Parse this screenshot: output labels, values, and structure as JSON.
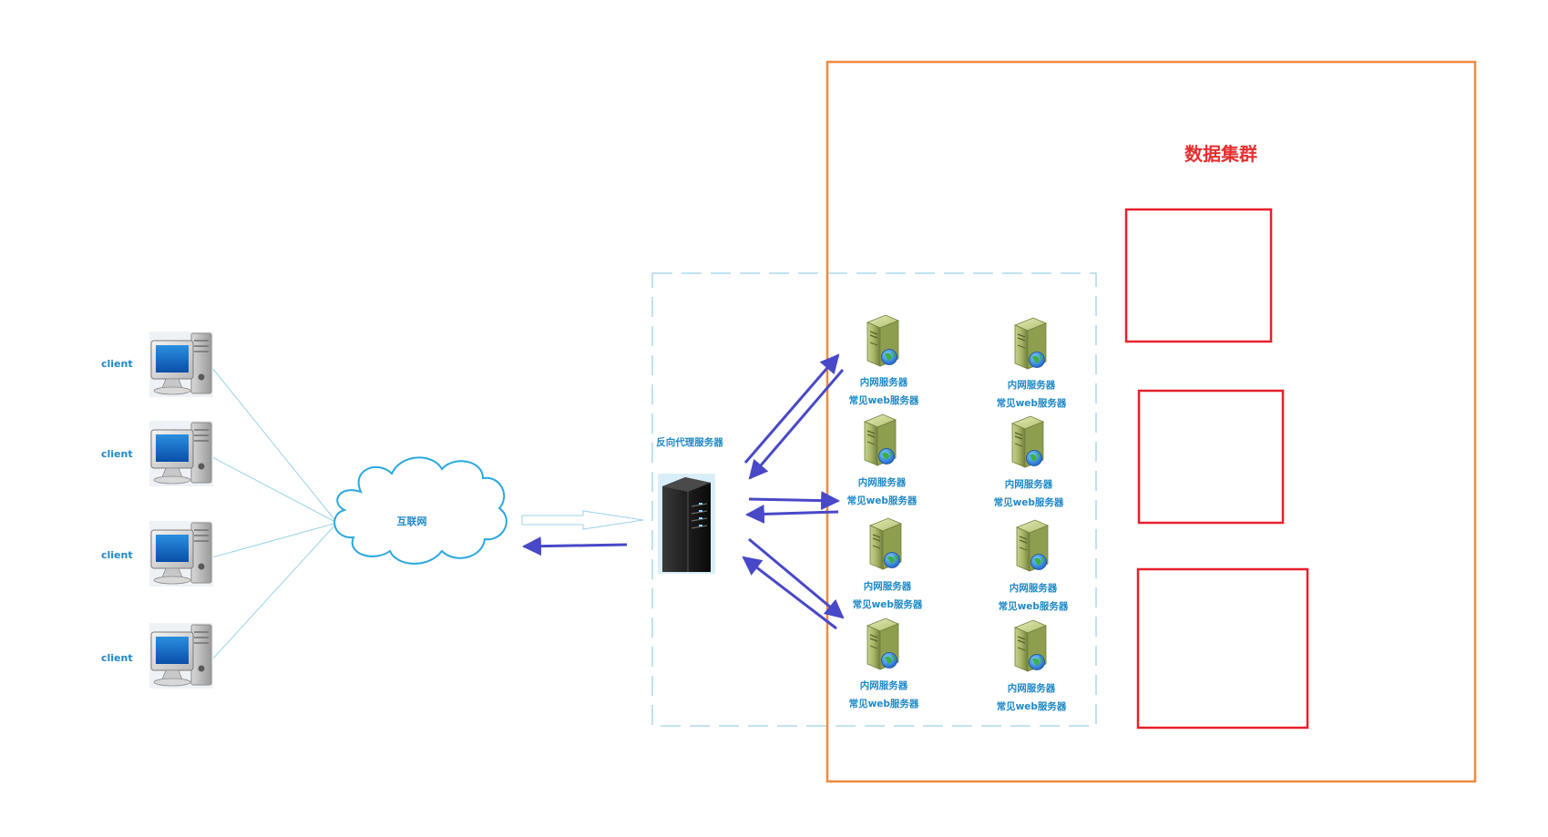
{
  "clients": {
    "label": "client",
    "count": 4
  },
  "internet": {
    "label": "互联网"
  },
  "proxy": {
    "label": "反向代理服务器"
  },
  "web_server": {
    "label_line1": "内网服务器",
    "label_line2": "常见web服务器",
    "count": 8
  },
  "cluster": {
    "title": "数据集群",
    "boxes": 3
  },
  "colors": {
    "label_blue": "#1e88c7",
    "cluster_border": "#f08a3c",
    "cluster_title": "#e53030",
    "data_box_border": "#e8202a",
    "server_group_border": "#9fd0e8",
    "arrow_blue": "#4848c8",
    "link_line": "#9ad3ea",
    "cloud_stroke": "#2aa8e0"
  }
}
